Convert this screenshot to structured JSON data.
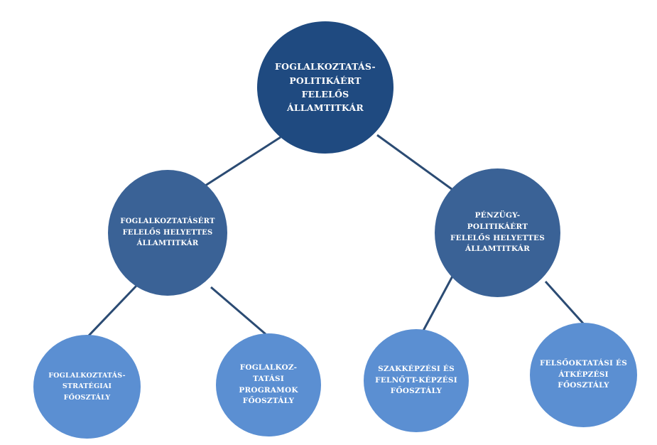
{
  "diagram": {
    "type": "org-chart",
    "colors": {
      "root_fill": "#1f4a80",
      "middle_fill": "#3a6296",
      "leaf_fill": "#5b8fd2",
      "connector": "#2b4b73",
      "text": "#ffffff"
    },
    "nodes": {
      "root": {
        "label": "FOGLALKOZTATÁS-POLITIKÁÉRT FELELŐS ÁLLAMTITKÁR"
      },
      "mid_left": {
        "label": "FOGLALKOZTATÁSÉRT FELELŐS HELYETTES ÁLLAMTITKÁR",
        "parent": "root"
      },
      "mid_right": {
        "label": "PÉNZÜGY-POLITIKÁÉRT FELELŐS HELYETTES ÁLLAMTITKÁR",
        "parent": "root"
      },
      "leaf_1": {
        "label": "FOGLALKOZTATÁS-STRATÉGIAI FŐOSZTÁLY",
        "parent": "mid_left"
      },
      "leaf_2": {
        "label": "FOGLALKOZ-TATÁSI PROGRAMOK FŐOSZTÁLY",
        "parent": "mid_left"
      },
      "leaf_3": {
        "label": "SZAKKÉPZÉSI ÉS FELNŐTT-KÉPZÉSI FŐOSZTÁLY",
        "parent": "mid_right"
      },
      "leaf_4": {
        "label": "FELSŐOKTATÁSI ÉS ÁTKÉPZÉSI FŐOSZTÁLY",
        "parent": "mid_right"
      }
    }
  }
}
